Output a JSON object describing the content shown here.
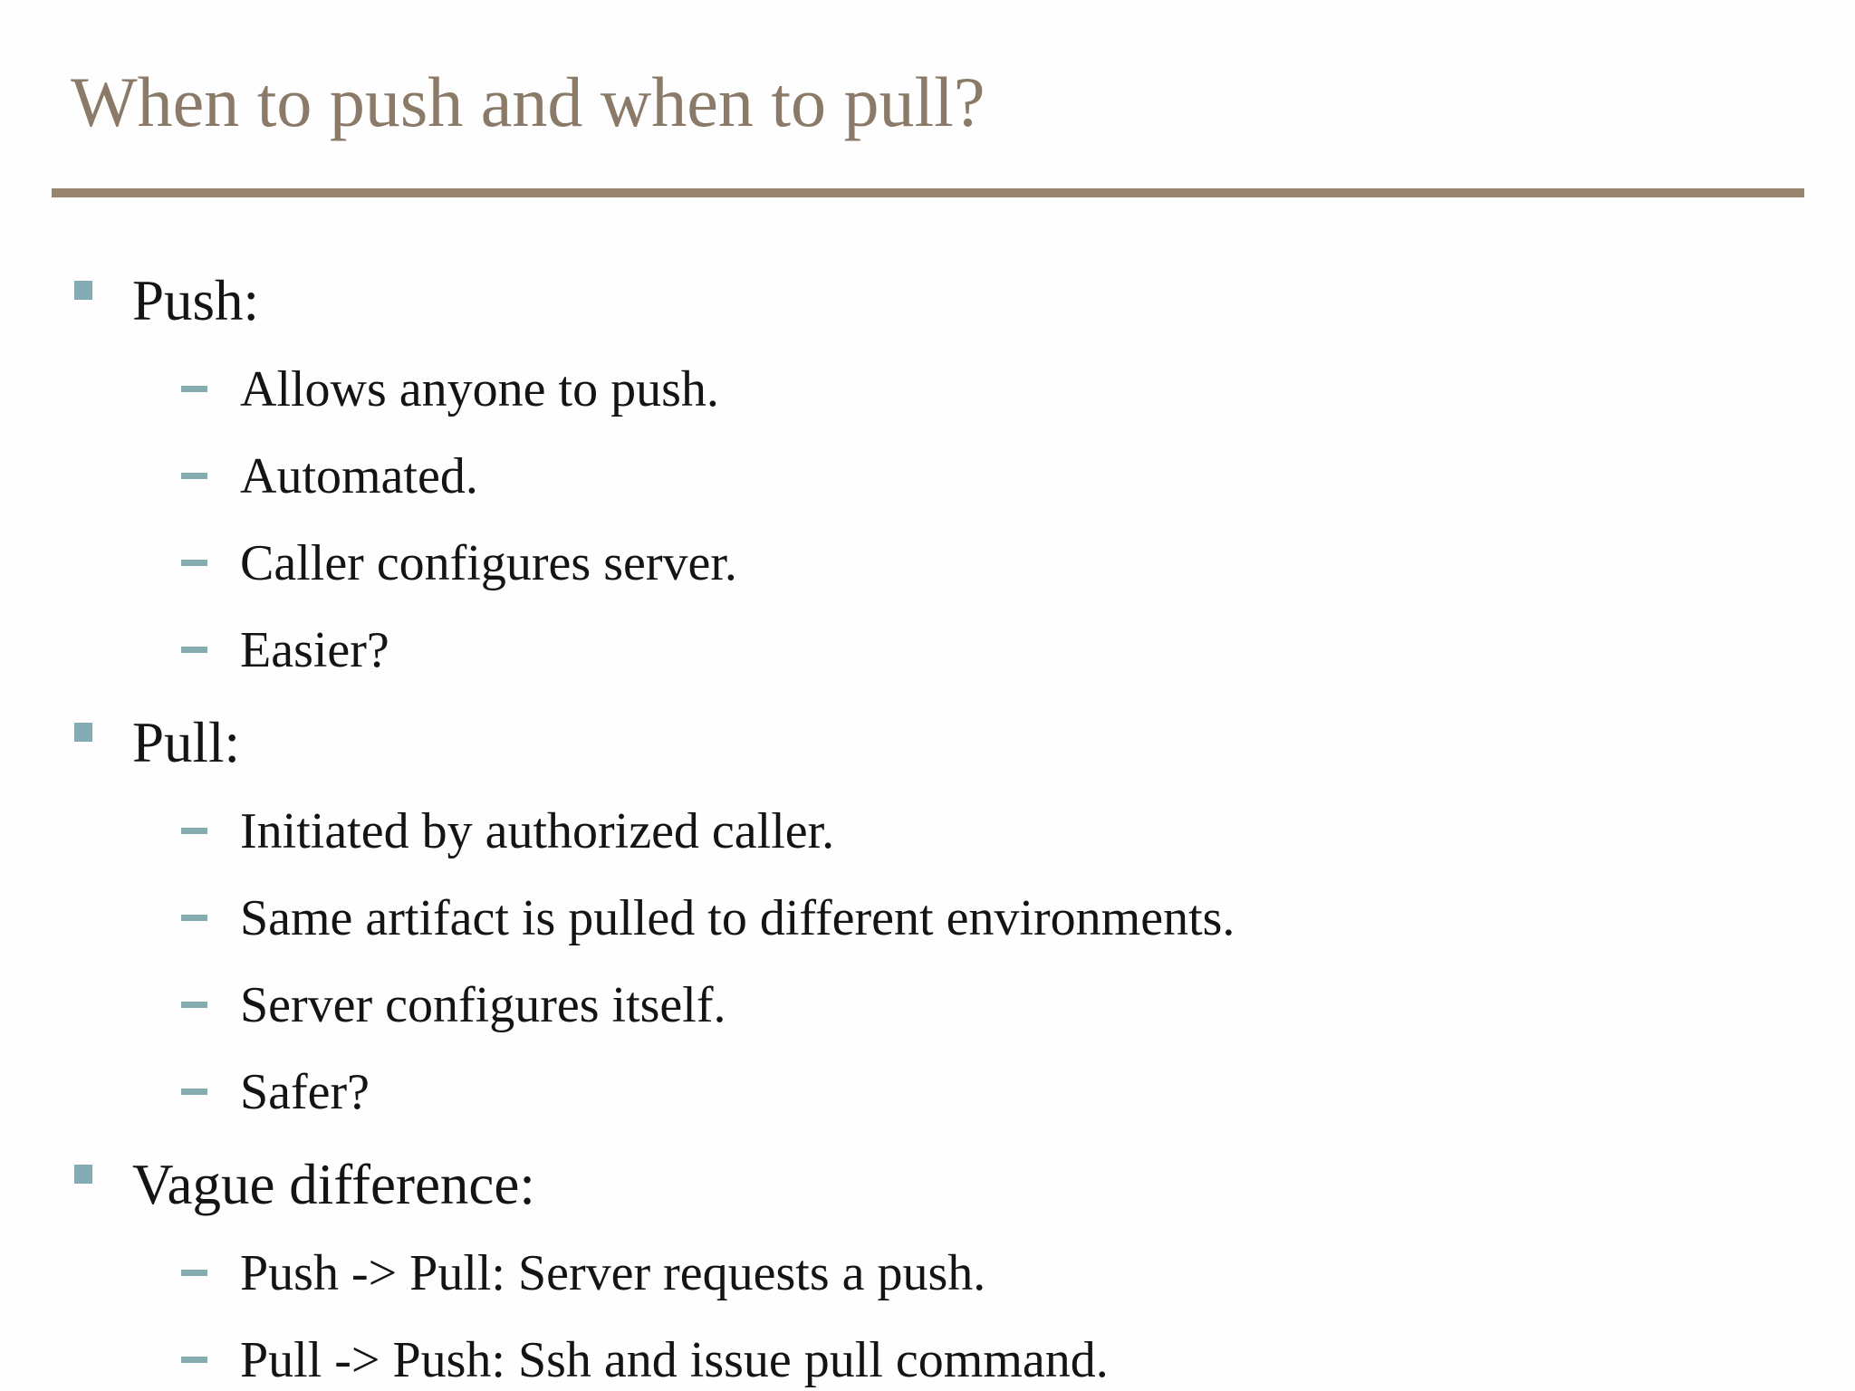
{
  "slide": {
    "title": "When to push and when to pull?",
    "bullets": [
      {
        "label": "Push:",
        "children": [
          "Allows anyone to push.",
          "Automated.",
          "Caller configures server.",
          "Easier?"
        ]
      },
      {
        "label": "Pull:",
        "children": [
          "Initiated by authorized caller.",
          "Same artifact is pulled to different environments.",
          "Server configures itself.",
          "Safer?"
        ]
      },
      {
        "label": "Vague difference:",
        "children": [
          "Push -> Pull: Server requests a push.",
          "Pull -> Push: Ssh and issue pull command."
        ]
      }
    ],
    "colors": {
      "background": "#fefefe",
      "title_text": "#8b7a68",
      "rule": "#97856f",
      "body_text": "#141414",
      "bullet_square": "#82abb3",
      "bullet_dash": "#85abb1"
    }
  }
}
